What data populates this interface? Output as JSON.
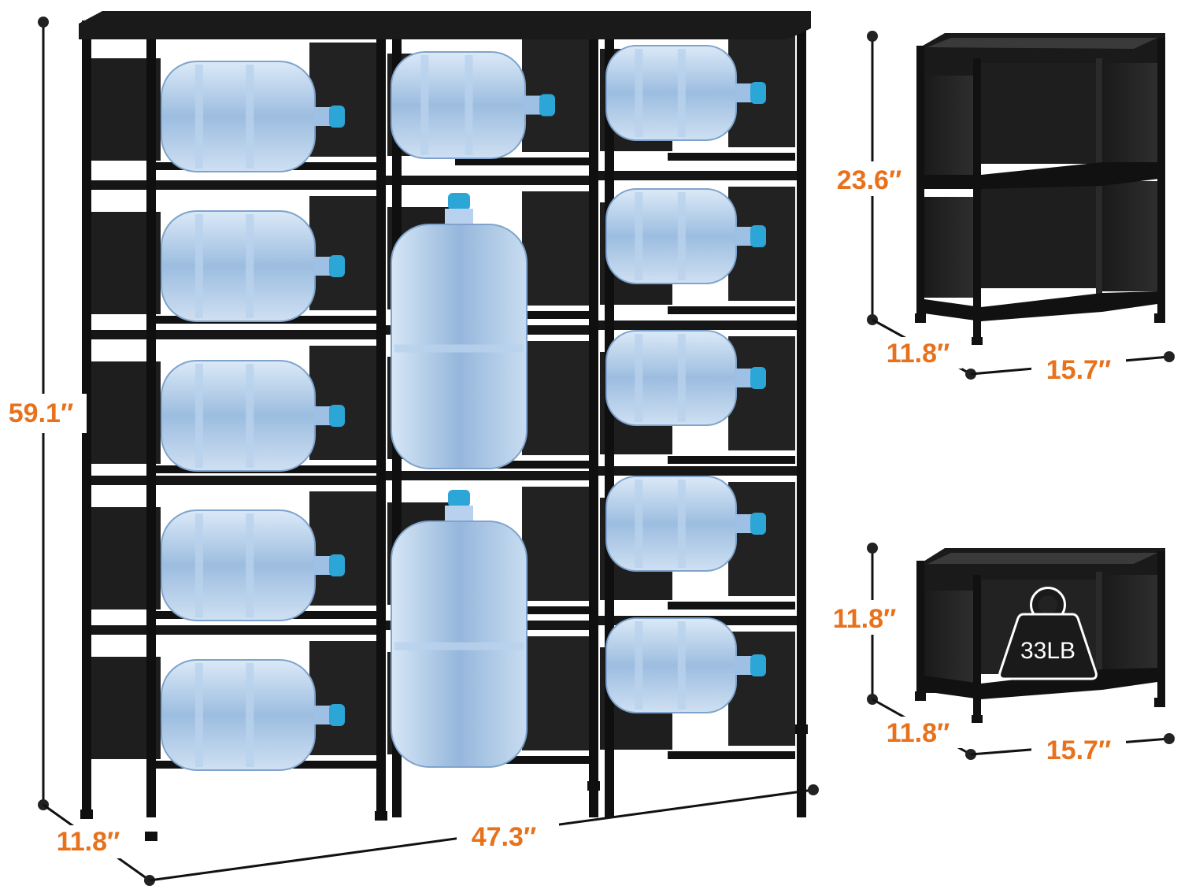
{
  "colors": {
    "accent": "#e8711c",
    "frame": "#1c1c1c",
    "bottle": "#a9c7e6",
    "cap": "#2ba6d6"
  },
  "large_rack": {
    "height_label": "59.1″",
    "depth_label": "11.8″",
    "width_label": "47.3″"
  },
  "two_tier_unit": {
    "height_label": "23.6″",
    "depth_label": "11.8″",
    "width_label": "15.7″"
  },
  "single_tier_unit": {
    "height_label": "11.8″",
    "depth_label": "11.8″",
    "width_label": "15.7″",
    "weight_badge": "33LB"
  }
}
